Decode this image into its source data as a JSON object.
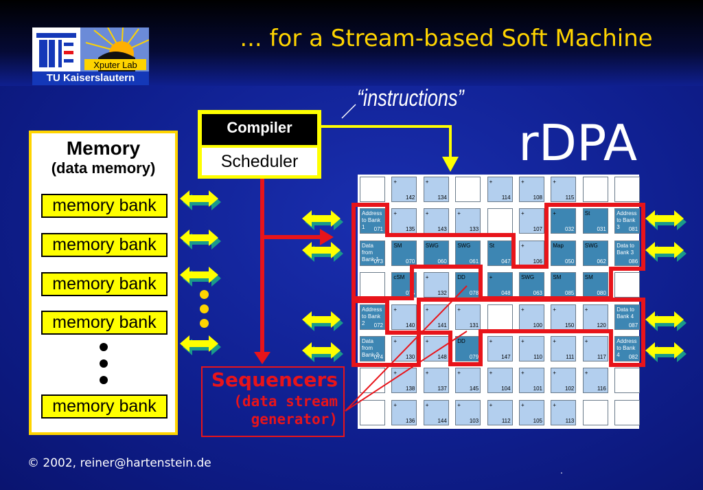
{
  "header": {
    "title": "... for a Stream-based Soft Machine",
    "logo_lab": "Xputer Lab",
    "logo_caption": "TU Kaiserslautern"
  },
  "instructions_label": "“instructions”",
  "rdpa_title": "rDPA",
  "memory": {
    "title": "Memory",
    "subtitle": "(data memory)",
    "banks": [
      "memory bank",
      "memory bank",
      "memory bank",
      "memory bank",
      "memory bank"
    ]
  },
  "compiler": {
    "label": "Compiler",
    "sub_label": "Scheduler"
  },
  "sequencers": {
    "title": "Sequencers",
    "sub1": "(data stream",
    "sub2": "generator)"
  },
  "rdpa_grid": {
    "rows": [
      [
        {
          "t": "e"
        },
        {
          "t": "l",
          "op": "+",
          "n": "142"
        },
        {
          "t": "l",
          "op": "+",
          "n": "134"
        },
        {
          "t": "e"
        },
        {
          "t": "l",
          "op": "+",
          "n": "114"
        },
        {
          "t": "l",
          "op": "+",
          "n": "108"
        },
        {
          "t": "l",
          "op": "+",
          "n": "115"
        },
        {
          "t": "e"
        },
        {
          "t": "e"
        }
      ],
      [
        {
          "t": "d",
          "txt": "Address to Bank 1",
          "n": "071"
        },
        {
          "t": "l",
          "op": "+",
          "n": "135"
        },
        {
          "t": "l",
          "op": "+",
          "n": "143"
        },
        {
          "t": "l",
          "op": "+",
          "n": "133"
        },
        {
          "t": "e"
        },
        {
          "t": "l",
          "op": "+",
          "n": "107"
        },
        {
          "t": "d",
          "op": "+",
          "n": "032"
        },
        {
          "t": "d",
          "op": "St",
          "n": "031"
        },
        {
          "t": "d",
          "txt": "Address to Bank 3",
          "n": "081"
        }
      ],
      [
        {
          "t": "d",
          "txt": "Data from Bank 1",
          "n": "073"
        },
        {
          "t": "d",
          "op": "SM",
          "n": "070"
        },
        {
          "t": "d",
          "op": "SWG",
          "n": "060"
        },
        {
          "t": "d",
          "op": "SWG",
          "n": "061"
        },
        {
          "t": "d",
          "op": "St",
          "n": "047"
        },
        {
          "t": "l",
          "op": "+",
          "n": "106"
        },
        {
          "t": "d",
          "op": "Map",
          "n": "050"
        },
        {
          "t": "d",
          "op": "SWG",
          "n": "062"
        },
        {
          "t": "d",
          "txt": "Data to Bank 3",
          "n": "086"
        }
      ],
      [
        {
          "t": "e"
        },
        {
          "t": "d",
          "op": "cSM",
          "n": "075"
        },
        {
          "t": "l",
          "op": "+",
          "n": "132"
        },
        {
          "t": "d",
          "op": "DD",
          "n": "078"
        },
        {
          "t": "d",
          "op": "+",
          "n": "048"
        },
        {
          "t": "d",
          "op": "SWG",
          "n": "063"
        },
        {
          "t": "d",
          "op": "SM",
          "n": "085"
        },
        {
          "t": "d",
          "op": "SM",
          "n": "080"
        },
        {
          "t": "e"
        }
      ],
      [
        {
          "t": "d",
          "txt": "Address to Bank 2",
          "n": "072"
        },
        {
          "t": "l",
          "op": "+",
          "n": "140"
        },
        {
          "t": "l",
          "op": "+",
          "n": "141"
        },
        {
          "t": "l",
          "op": "+",
          "n": "131"
        },
        {
          "t": "e"
        },
        {
          "t": "l",
          "op": "+",
          "n": "100"
        },
        {
          "t": "l",
          "op": "+",
          "n": "150"
        },
        {
          "t": "l",
          "op": "+",
          "n": "120"
        },
        {
          "t": "d",
          "txt": "Data to Bank 4",
          "n": "087"
        }
      ],
      [
        {
          "t": "d",
          "txt": "Data from Bank 2",
          "n": "074"
        },
        {
          "t": "l",
          "op": "+",
          "n": "130"
        },
        {
          "t": "l",
          "op": "+",
          "n": "148"
        },
        {
          "t": "d",
          "op": "DD",
          "n": "079"
        },
        {
          "t": "l",
          "op": "+",
          "n": "147"
        },
        {
          "t": "l",
          "op": "+",
          "n": "110"
        },
        {
          "t": "l",
          "op": "+",
          "n": "111"
        },
        {
          "t": "l",
          "op": "+",
          "n": "117"
        },
        {
          "t": "d",
          "txt": "Address to Bank 4",
          "n": "082"
        }
      ],
      [
        {
          "t": "e"
        },
        {
          "t": "l",
          "op": "+",
          "n": "138"
        },
        {
          "t": "l",
          "op": "+",
          "n": "137"
        },
        {
          "t": "l",
          "op": "+",
          "n": "145"
        },
        {
          "t": "l",
          "op": "+",
          "n": "104"
        },
        {
          "t": "l",
          "op": "+",
          "n": "101"
        },
        {
          "t": "l",
          "op": "+",
          "n": "102"
        },
        {
          "t": "l",
          "op": "+",
          "n": "116"
        },
        {
          "t": "e"
        }
      ],
      [
        {
          "t": "e"
        },
        {
          "t": "l",
          "op": "+",
          "n": "136"
        },
        {
          "t": "l",
          "op": "+",
          "n": "144"
        },
        {
          "t": "l",
          "op": "+",
          "n": "103"
        },
        {
          "t": "l",
          "op": "+",
          "n": "112"
        },
        {
          "t": "l",
          "op": "+",
          "n": "105"
        },
        {
          "t": "l",
          "op": "+",
          "n": "113"
        },
        {
          "t": "e"
        },
        {
          "t": "e"
        }
      ]
    ]
  },
  "footer": {
    "copyright": "©",
    "text": "2002, reiner@hartenstein.de",
    "dot": "."
  },
  "colors": {
    "accent": "#ffd400",
    "highlight": "#e8141a",
    "background": "#0f1f8f",
    "arrow_fill": "#ffff00",
    "arrow_shadow": "#1a9a8a"
  }
}
